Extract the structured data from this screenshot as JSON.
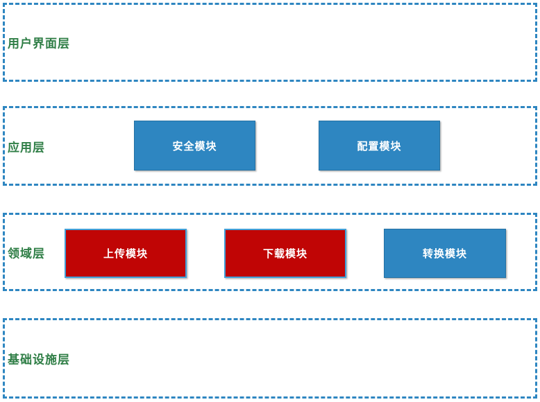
{
  "diagram": {
    "title": "layered-architecture",
    "colors": {
      "dashed_border": "#2E86C1",
      "layer_label_text": "#2F7E46",
      "module_blue_fill": "#2E86C1",
      "module_red_fill": "#C00505",
      "module_red_border": "#41A0D9",
      "module_text": "#FFFFFF",
      "background": "#FFFFFF"
    },
    "layers": [
      {
        "id": "ui",
        "label": "用户界面层",
        "modules": []
      },
      {
        "id": "app",
        "label": "应用层",
        "modules": [
          {
            "label": "安全模块",
            "style": "blue"
          },
          {
            "label": "配置模块",
            "style": "blue"
          }
        ]
      },
      {
        "id": "domain",
        "label": "领域层",
        "modules": [
          {
            "label": "上传模块",
            "style": "red"
          },
          {
            "label": "下载模块",
            "style": "red"
          },
          {
            "label": "转换模块",
            "style": "blue"
          }
        ]
      },
      {
        "id": "infra",
        "label": "基础设施层",
        "modules": []
      }
    ]
  }
}
